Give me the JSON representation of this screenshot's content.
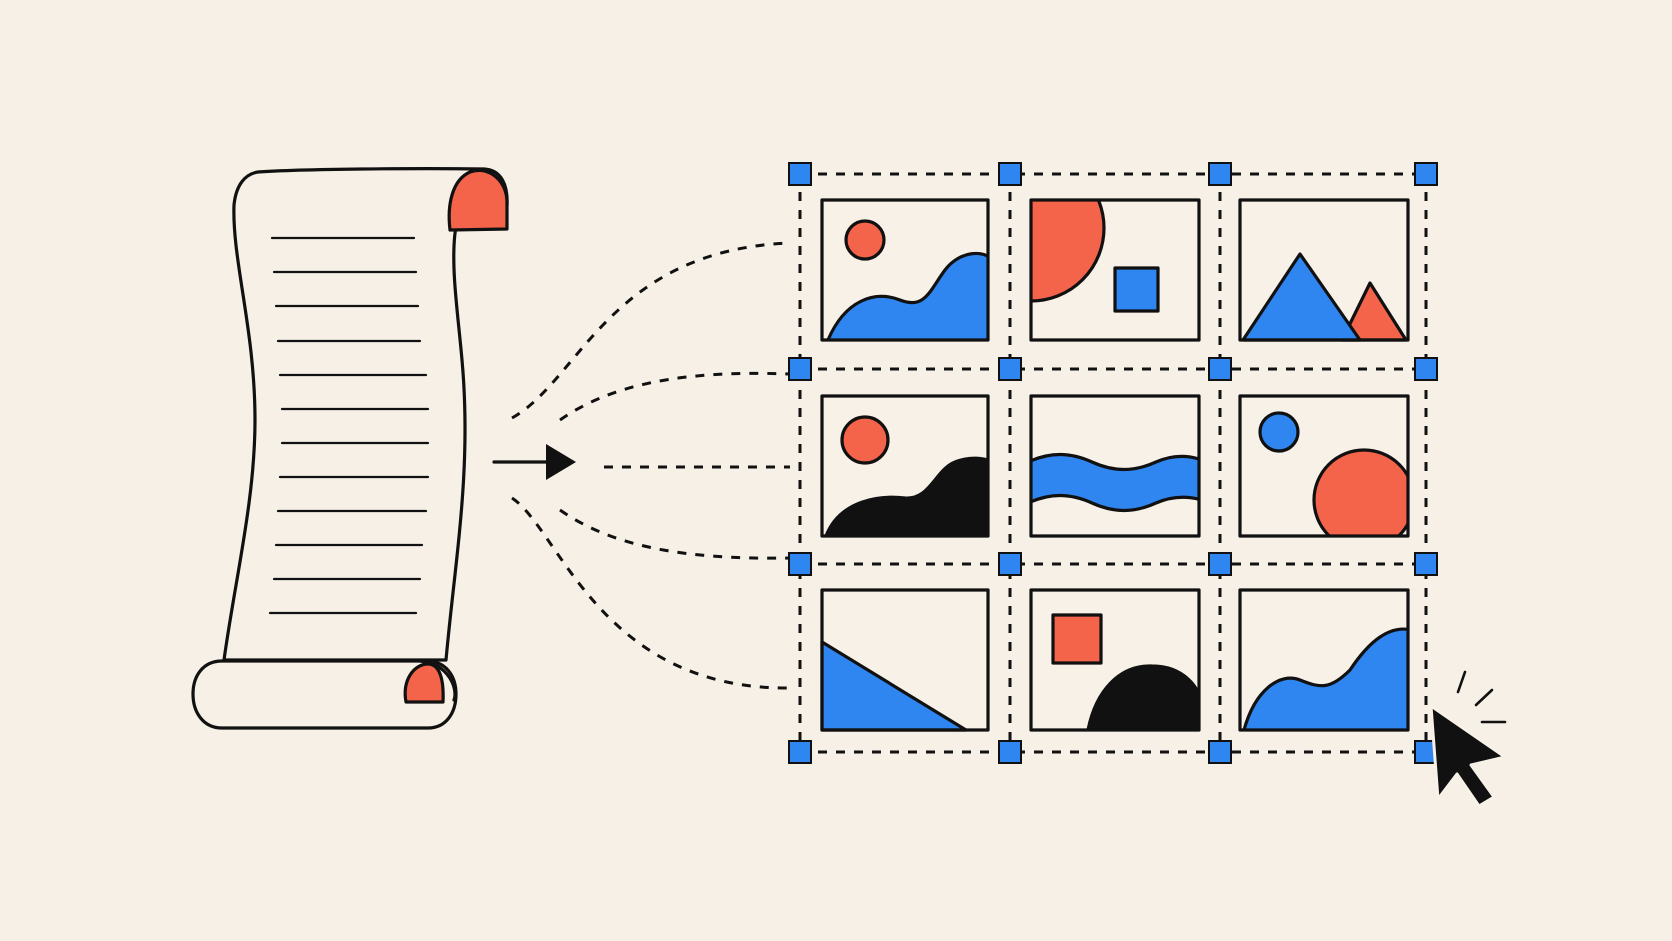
{
  "illustration": {
    "subject": "",
    "colors": {
      "background": "#f6f0e6",
      "ink": "#111111",
      "accent_red": "#f4644a",
      "accent_blue": "#2f86f0",
      "paper": "#f7f1e7"
    },
    "icons": [
      "scroll-icon",
      "arrow-right-icon",
      "image-grid",
      "selection-handle-icon",
      "mouse-cursor-icon"
    ],
    "grid": {
      "rows": 3,
      "columns": 3
    },
    "scroll_text_lines": 12
  }
}
